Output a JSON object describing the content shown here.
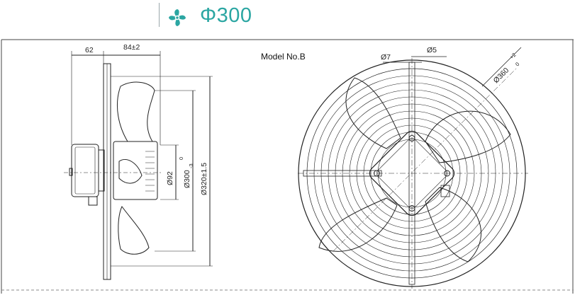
{
  "header": {
    "title": "Φ300",
    "accent_color": "#2ba6a2",
    "icon": "fan-icon"
  },
  "drawing": {
    "model_label": "Model No.B",
    "side_view": {
      "dim_depth_motor": "62",
      "dim_depth_blade": "84±2",
      "dim_hub_diameter": "Ø92",
      "dim_blade_diameter": "Ø300",
      "dim_blade_tolerance_upper": "0",
      "dim_blade_tolerance_lower": "-3",
      "dim_guard_diameter": "Ø320±1.5"
    },
    "front_view": {
      "dim_hole_diameter": "Ø7",
      "dim_offset": "Ø5",
      "dim_mount_diameter": "Ø360",
      "dim_mount_tolerance_upper": "+2",
      "dim_mount_tolerance_lower": "0"
    }
  }
}
